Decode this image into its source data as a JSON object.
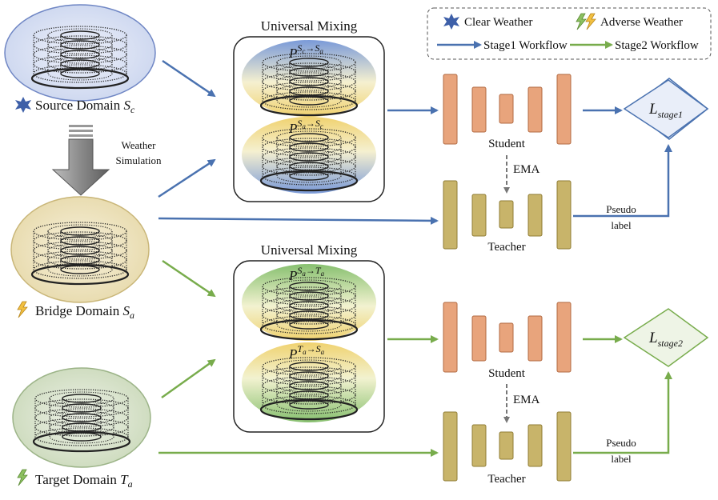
{
  "legend": {
    "clear_weather": "Clear Weather",
    "adverse_weather": "Adverse Weather",
    "stage1_workflow": "Stage1 Workflow",
    "stage2_workflow": "Stage2 Workflow"
  },
  "domains": {
    "source": {
      "label": "Source Domain ",
      "symbol": "S",
      "sub": "c"
    },
    "bridge": {
      "label": "Bridge Domain ",
      "symbol": "S",
      "sub": "a"
    },
    "target": {
      "label": "Target Domain ",
      "symbol": "T",
      "sub": "a"
    }
  },
  "simulation": {
    "line1": "Weather",
    "line2": "Simulation"
  },
  "mixing_top": {
    "title": "Universal Mixing",
    "p1": {
      "base": "P",
      "sup": "S",
      "sup_sub": "c",
      "arrow": "→",
      "sup2": "S",
      "sup2_sub": "a"
    },
    "p2": {
      "base": "P",
      "sup": "S",
      "sup_sub": "a",
      "arrow": "→",
      "sup2": "S",
      "sup2_sub": "c"
    }
  },
  "mixing_bottom": {
    "title": "Universal Mixing",
    "p1": {
      "base": "P",
      "sup": "S",
      "sup_sub": "a",
      "arrow": "→",
      "sup2": "T",
      "sup2_sub": "a"
    },
    "p2": {
      "base": "P",
      "sup": "T",
      "sup_sub": "a",
      "arrow": "→",
      "sup2": "S",
      "sup2_sub": "a"
    }
  },
  "networks": {
    "student": "Student",
    "teacher": "Teacher",
    "ema": "EMA",
    "pseudo_line1": "Pseudo",
    "pseudo_line2": "label"
  },
  "losses": {
    "stage1": {
      "base": "L",
      "sub": "stage1"
    },
    "stage2": {
      "base": "L",
      "sub": "stage2"
    }
  },
  "colors": {
    "stage1": "#4a72b0",
    "stage2": "#78ac4c",
    "student": "#e8a47c",
    "teacher": "#c8b46a",
    "source_fill": "#dce3f3",
    "bridge_fill": "#efe6c5",
    "target_fill": "#dfe7d3"
  }
}
